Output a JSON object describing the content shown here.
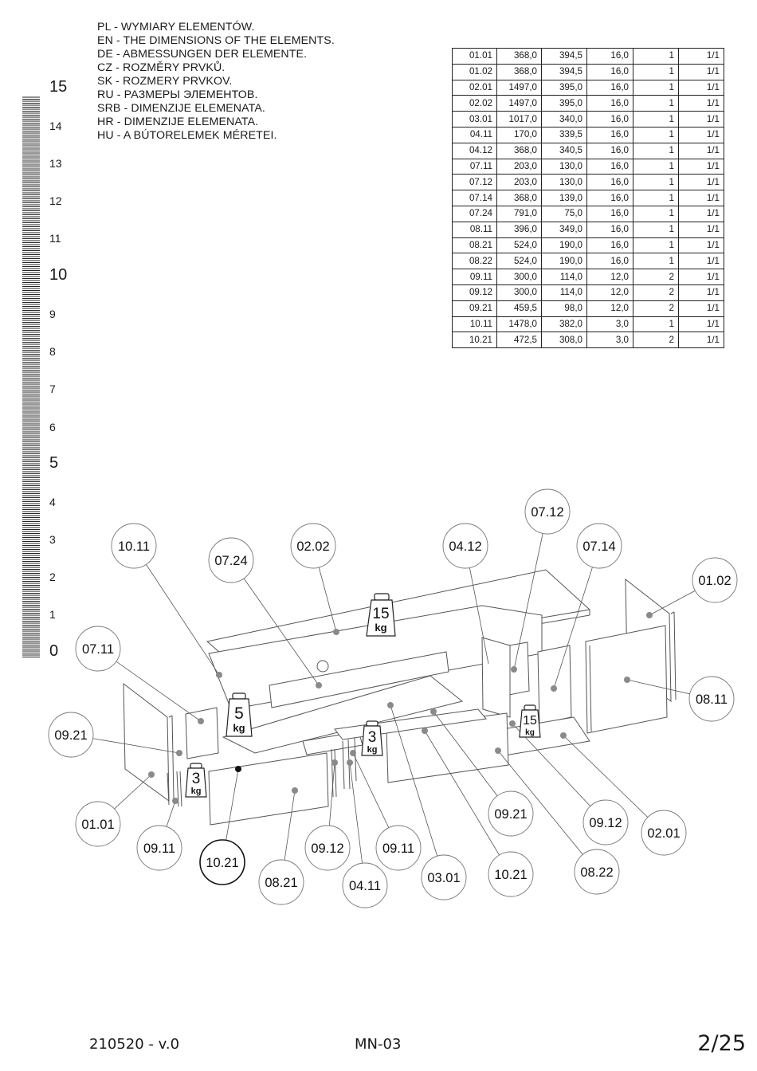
{
  "languages": [
    "PL - WYMIARY ELEMENTÓW.",
    "EN - THE DIMENSIONS OF THE ELEMENTS.",
    "DE - ABMESSUNGEN DER ELEMENTE.",
    "CZ - ROZMĚRY PRVKŮ.",
    "SK - ROZMERY PRVKOV.",
    "RU - РАЗМЕРЫ ЭЛЕМЕНТОВ.",
    "SRB - DIMENZIJE ELEMENATA.",
    "HR - DIMENZIJE ELEMENATA.",
    "HU - A BÚTORELEMEK MÉRETEI."
  ],
  "ruler": {
    "labels": [
      "15",
      "14",
      "13",
      "12",
      "11",
      "10",
      "9",
      "8",
      "7",
      "6",
      "5",
      "4",
      "3",
      "2",
      "1",
      "0"
    ],
    "big_labels": [
      "15",
      "10",
      "5",
      "0"
    ]
  },
  "dimensions_table": [
    [
      "01.01",
      "368,0",
      "394,5",
      "16,0",
      "1",
      "1/1"
    ],
    [
      "01.02",
      "368,0",
      "394,5",
      "16,0",
      "1",
      "1/1"
    ],
    [
      "02.01",
      "1497,0",
      "395,0",
      "16,0",
      "1",
      "1/1"
    ],
    [
      "02.02",
      "1497,0",
      "395,0",
      "16,0",
      "1",
      "1/1"
    ],
    [
      "03.01",
      "1017,0",
      "340,0",
      "16,0",
      "1",
      "1/1"
    ],
    [
      "04.11",
      "170,0",
      "339,5",
      "16,0",
      "1",
      "1/1"
    ],
    [
      "04.12",
      "368,0",
      "340,5",
      "16,0",
      "1",
      "1/1"
    ],
    [
      "07.11",
      "203,0",
      "130,0",
      "16,0",
      "1",
      "1/1"
    ],
    [
      "07.12",
      "203,0",
      "130,0",
      "16,0",
      "1",
      "1/1"
    ],
    [
      "07.14",
      "368,0",
      "139,0",
      "16,0",
      "1",
      "1/1"
    ],
    [
      "07.24",
      "791,0",
      "75,0",
      "16,0",
      "1",
      "1/1"
    ],
    [
      "08.11",
      "396,0",
      "349,0",
      "16,0",
      "1",
      "1/1"
    ],
    [
      "08.21",
      "524,0",
      "190,0",
      "16,0",
      "1",
      "1/1"
    ],
    [
      "08.22",
      "524,0",
      "190,0",
      "16,0",
      "1",
      "1/1"
    ],
    [
      "09.11",
      "300,0",
      "114,0",
      "12,0",
      "2",
      "1/1"
    ],
    [
      "09.12",
      "300,0",
      "114,0",
      "12,0",
      "2",
      "1/1"
    ],
    [
      "09.21",
      "459,5",
      "98,0",
      "12,0",
      "2",
      "1/1"
    ],
    [
      "10.11",
      "1478,0",
      "382,0",
      "3,0",
      "1",
      "1/1"
    ],
    [
      "10.21",
      "472,5",
      "308,0",
      "3,0",
      "2",
      "1/1"
    ]
  ],
  "callouts": {
    "c1011": "10.11",
    "c0724": "07.24",
    "c0202": "02.02",
    "c0412": "04.12",
    "c0712": "07.12",
    "c0714": "07.14",
    "c0102": "01.02",
    "c0711": "07.11",
    "c0811": "08.11",
    "c0921a": "09.21",
    "c0101": "01.01",
    "c0911a": "09.11",
    "c1021a": "10.21",
    "c0821": "08.21",
    "c0912a": "09.12",
    "c0411": "04.11",
    "c0911b": "09.11",
    "c0301": "03.01",
    "c1021b": "10.21",
    "c0822": "08.22",
    "c0921b": "09.21",
    "c0912b": "09.12",
    "c0201": "02.01"
  },
  "weights": {
    "w15a": "15",
    "w15b": "15",
    "w5": "5",
    "w3a": "3",
    "w3b": "3",
    "unit": "kg"
  },
  "footer": {
    "code": "210520 - v.0",
    "model": "MN-03",
    "page": "2/25"
  }
}
